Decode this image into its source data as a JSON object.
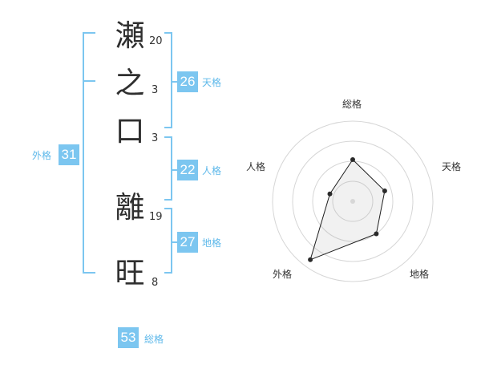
{
  "name": {
    "chars": [
      {
        "char": "瀬",
        "strokes": "20"
      },
      {
        "char": "之",
        "strokes": "3"
      },
      {
        "char": "口",
        "strokes": "3"
      },
      {
        "char": "離",
        "strokes": "19"
      },
      {
        "char": "旺",
        "strokes": "8"
      }
    ]
  },
  "scores": {
    "tenkaku": {
      "value": "26",
      "label": "天格"
    },
    "jinkaku": {
      "value": "22",
      "label": "人格"
    },
    "chikaku": {
      "value": "27",
      "label": "地格"
    },
    "gaikaku": {
      "value": "31",
      "label": "外格"
    },
    "soukaku": {
      "value": "53",
      "label": "総格"
    }
  },
  "colors": {
    "accent": "#7cc6f0",
    "label": "#5db8ea",
    "text": "#2f2f2f"
  },
  "chart_data": {
    "type": "radar",
    "axes": [
      "総格",
      "天格",
      "地格",
      "外格",
      "人格"
    ],
    "values": [
      0.52,
      0.42,
      0.5,
      0.9,
      0.3
    ],
    "rings": 4,
    "grid": true
  }
}
